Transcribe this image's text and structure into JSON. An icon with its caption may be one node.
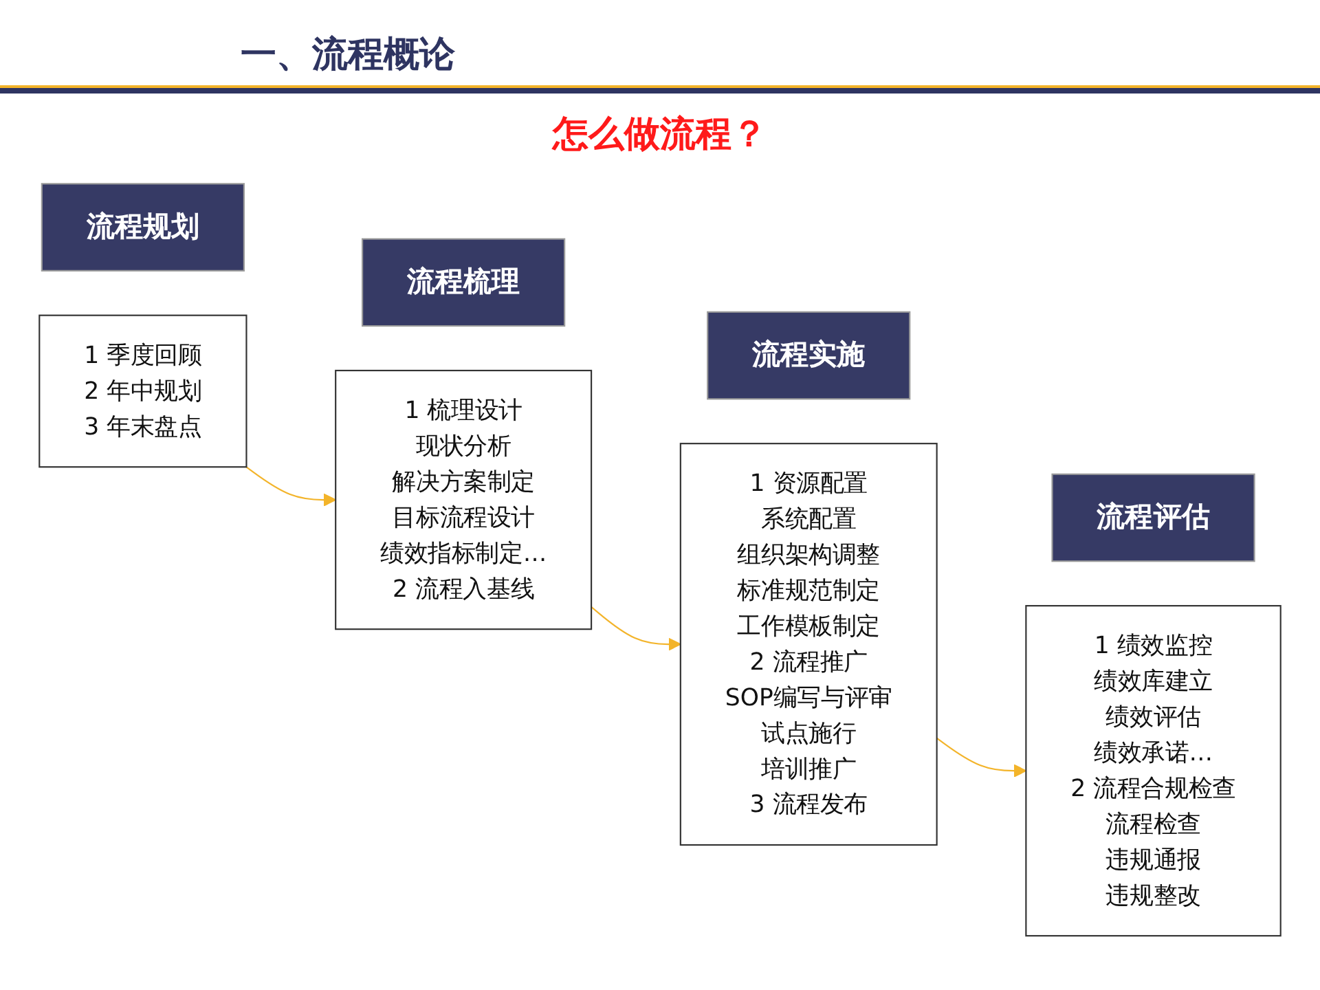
{
  "diagram": {
    "title": "一、流程概论",
    "nodes": [
      {
        "text": [
          "流程规划"
        ]
      },
      {
        "text": [
          "1 季度回顾",
          "2 年中规划",
          "3 年末盘点"
        ]
      },
      {
        "text": [
          "流程梳理"
        ]
      },
      {
        "text": [
          "1 梳理设计",
          "现状分析",
          "解决方案制定",
          "目标流程设计",
          "绩效指标制定…",
          "2 流程入基线"
        ]
      },
      {
        "text": [
          "流程实施"
        ]
      },
      {
        "text": [
          "1 资源配置",
          "系统配置",
          "组织架构调整",
          "标准规范制定",
          "工作模板制定",
          "2 流程推广",
          "SOP编写与评审",
          "试点施行",
          "培训推广",
          "3 流程发布"
        ]
      },
      {
        "text": [
          "流程评估"
        ]
      },
      {
        "text": [
          "1 绩效监控",
          "绩效库建立",
          "绩效评估",
          "绩效承诺…",
          "2 流程合规检查",
          "流程检查",
          "违规通报",
          "违规整改"
        ]
      }
    ],
    "edges": [
      {
        "from": 1,
        "to": 3,
        "arrow": "to"
      },
      {
        "from": 3,
        "to": 5,
        "arrow": "to"
      },
      {
        "from": 5,
        "to": 7,
        "arrow": "to"
      }
    ],
    "labels": [
      "怎么做流程？"
    ]
  }
}
